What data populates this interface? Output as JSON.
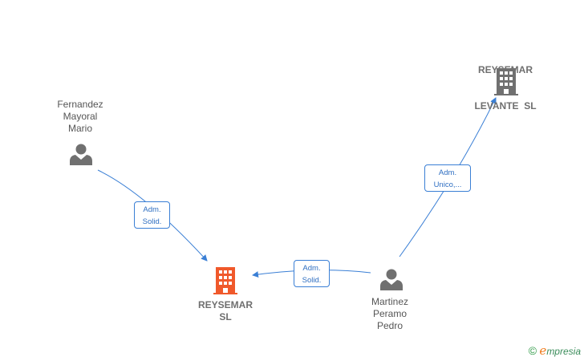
{
  "nodes": {
    "person_fernandez": {
      "lines": [
        "Fernandez",
        "Mayoral",
        "Mario"
      ],
      "icon": "person-icon",
      "color": "#707070"
    },
    "company_reysemar": {
      "lines": [
        "REYSEMAR",
        "SL"
      ],
      "icon": "building-icon",
      "color": "#f0592b"
    },
    "person_martinez": {
      "lines": [
        "Martinez",
        "Peramo",
        "Pedro"
      ],
      "icon": "person-icon",
      "color": "#707070"
    },
    "company_levante": {
      "lines": [
        "REYSEMAR",
        "LEVANTE  SL"
      ],
      "icon": "building-icon",
      "color": "#707070"
    }
  },
  "edges": [
    {
      "from": "person_fernandez",
      "to": "company_reysemar",
      "lines": [
        "Adm.",
        "Solid."
      ]
    },
    {
      "from": "person_martinez",
      "to": "company_reysemar",
      "lines": [
        "Adm.",
        "Solid."
      ]
    },
    {
      "from": "person_martinez",
      "to": "company_levante",
      "lines": [
        "Adm.",
        "Unico,..."
      ]
    }
  ],
  "edge_color": "#3a7fd5",
  "brand": {
    "copyright": "©",
    "initial": "e",
    "rest": "mpresia"
  }
}
